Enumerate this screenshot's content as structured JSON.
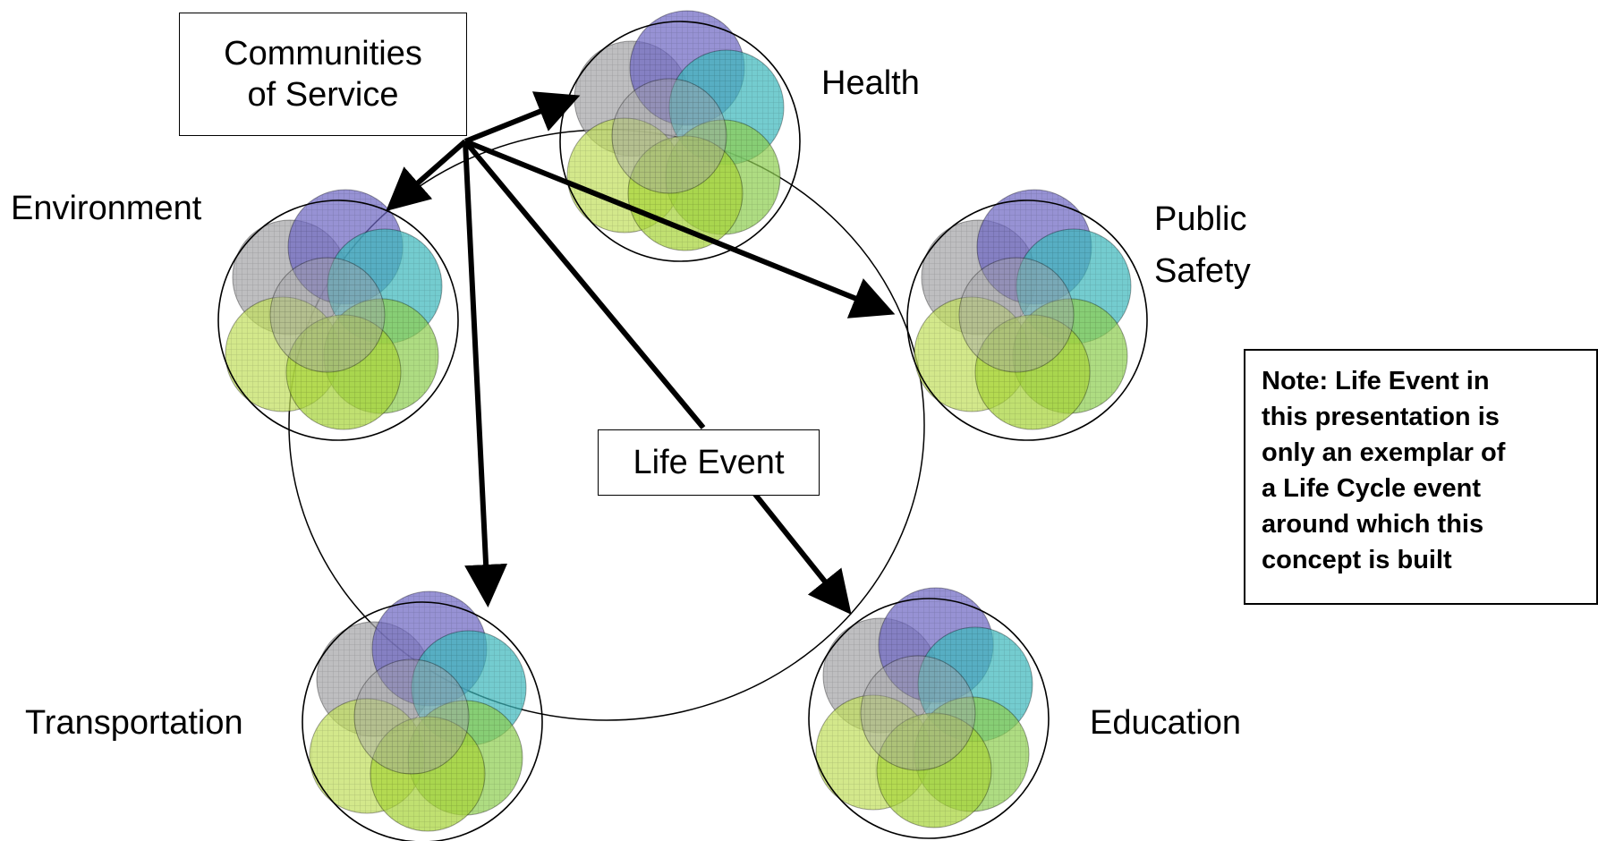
{
  "colors": {
    "purple": "#6f68c4",
    "teal": "#3fb8bd",
    "gray": "#a5a5a8",
    "green_light": "#c2df5e",
    "green_mid": "#a8d43a",
    "green": "#8fcf52",
    "line": "#000000",
    "background": "#ffffff"
  },
  "labels": {
    "health": "Health",
    "public_safety_1": "Public",
    "public_safety_2": "Safety",
    "environment": "Environment",
    "transportation": "Transportation",
    "education": "Education"
  },
  "communities_box": {
    "line1": "Communities",
    "line2": "of Service"
  },
  "life_event_box": {
    "text": "Life Event"
  },
  "note": {
    "lines": [
      "Note: Life Event in",
      "this presentation is",
      "only an exemplar of",
      "a Life Cycle event",
      "around which this",
      "concept is built"
    ]
  }
}
